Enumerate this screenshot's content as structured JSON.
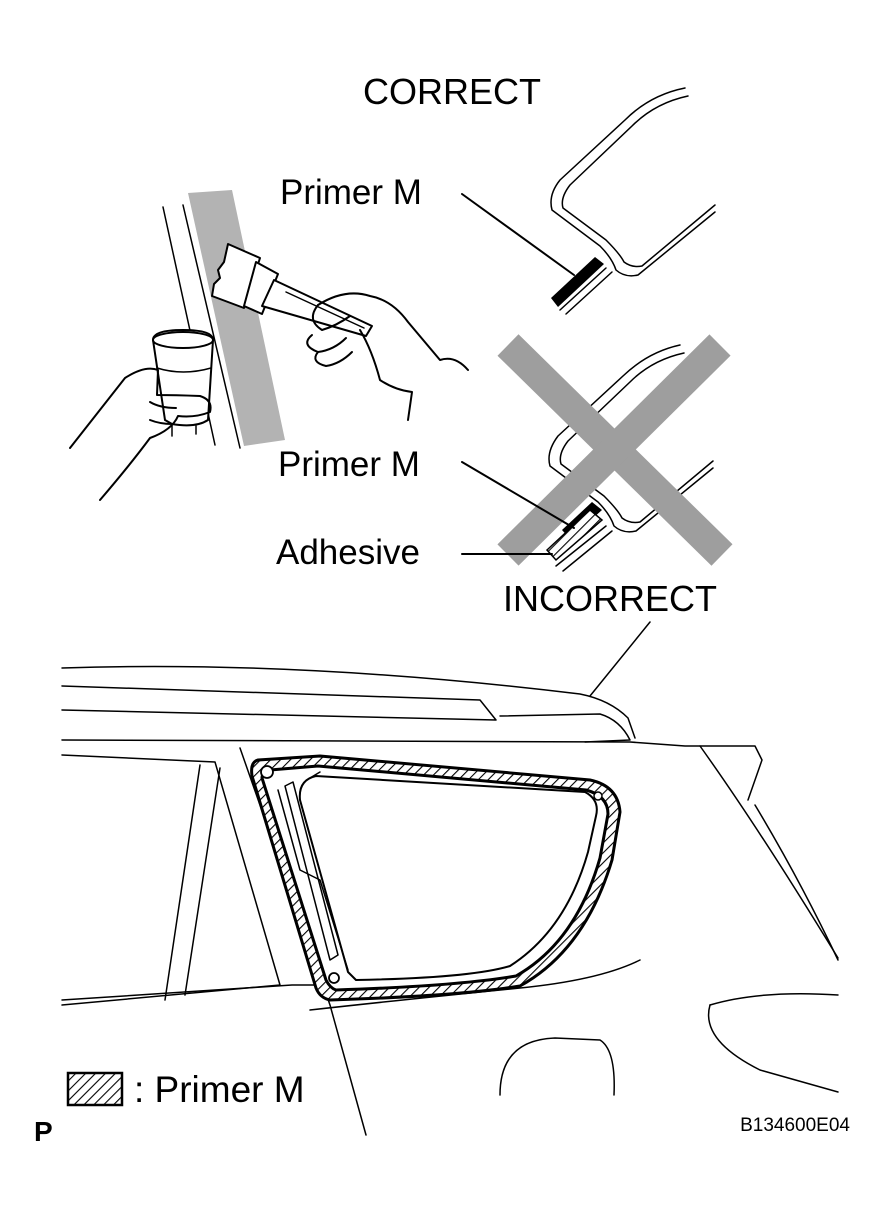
{
  "labels": {
    "correct": "CORRECT",
    "incorrect": "INCORRECT",
    "primer_top": "Primer M",
    "primer_mid": "Primer M",
    "adhesive": "Adhesive",
    "legend": ": Primer M",
    "corner_mark": "P",
    "figure_id": "B134600E04"
  },
  "colors": {
    "stroke": "#000000",
    "primer_band": "#b3b3b3",
    "cross": "#9e9e9e",
    "background": "#ffffff"
  }
}
